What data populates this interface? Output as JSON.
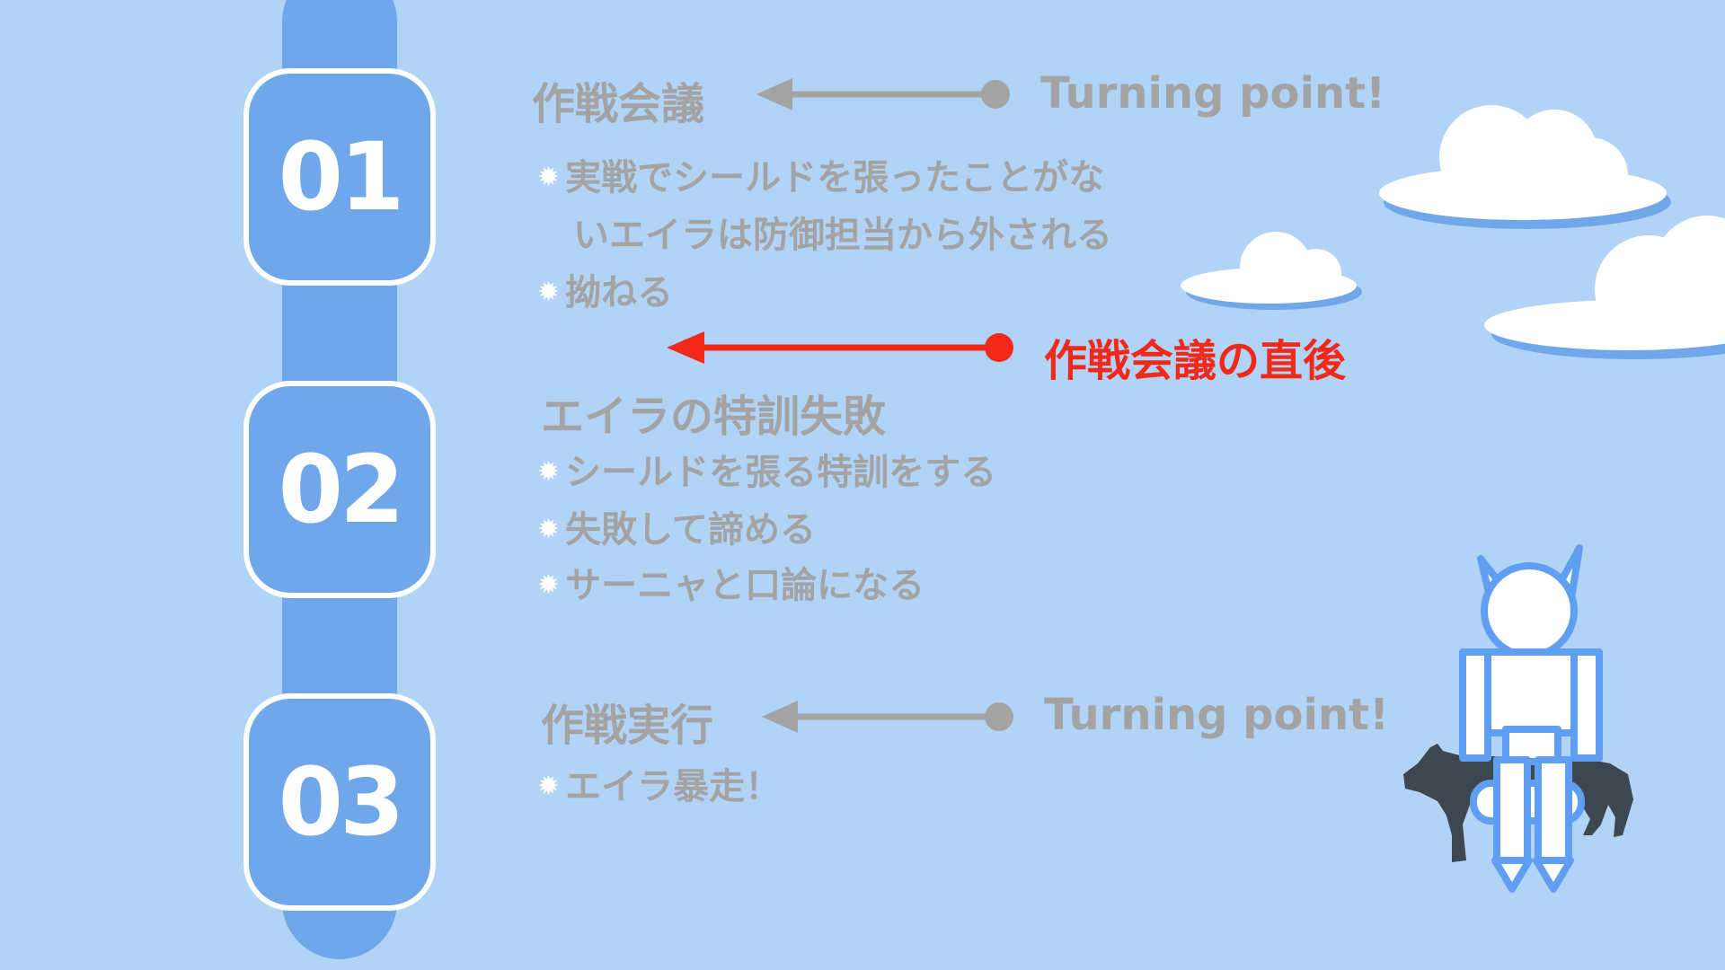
{
  "steps": [
    {
      "number": "01",
      "title": "作戦会議",
      "turning_label": "Turning point!",
      "bullets": [
        {
          "line1": "実戦でシールドを張ったことがな",
          "line2": "いエイラは防御担当から外される"
        },
        {
          "line1": "拗ねる",
          "line2": ""
        }
      ]
    },
    {
      "number": "02",
      "title": "エイラの特訓失敗",
      "bullets": [
        {
          "line1": "シールドを張る特訓をする"
        },
        {
          "line1": "失敗して諦める"
        },
        {
          "line1": "サーニャと口論になる"
        }
      ]
    },
    {
      "number": "03",
      "title": "作戦実行",
      "turning_label": "Turning point!",
      "bullets": [
        {
          "line1": "エイラ暴走！"
        }
      ]
    }
  ],
  "highlight": {
    "label": "作戦会議の直後",
    "color": "#f0291a"
  },
  "colors": {
    "background": "#b0d3f6",
    "accent": "#6fa7ea",
    "text_gray": "#a3a3a3"
  },
  "icons": [
    "bullet-burst-icon",
    "arrow-left-icon",
    "cloud-icon",
    "cat-robot-figure",
    "wolf-silhouette"
  ]
}
